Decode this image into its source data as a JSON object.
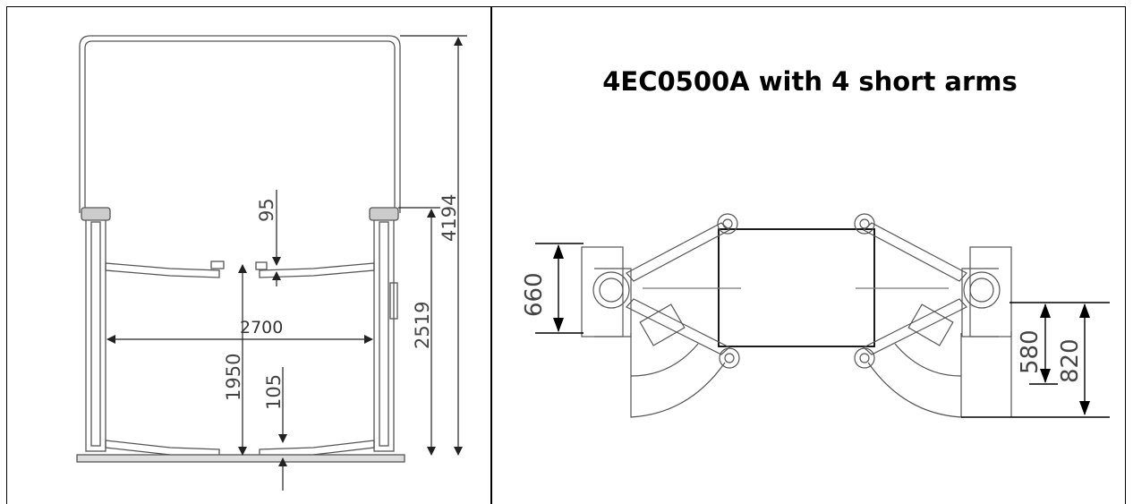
{
  "title": "4EC0500A with 4 short arms",
  "front_view": {
    "dimensions": {
      "total_height": "4194",
      "column_height": "2519",
      "drive_through_width": "2700",
      "max_lift_height": "1950",
      "top_pad_height": "95",
      "low_pad_height": "105"
    }
  },
  "top_view": {
    "dimensions": {
      "base_depth": "660",
      "arm_reach_a": "580",
      "arm_reach_b": "820"
    }
  }
}
